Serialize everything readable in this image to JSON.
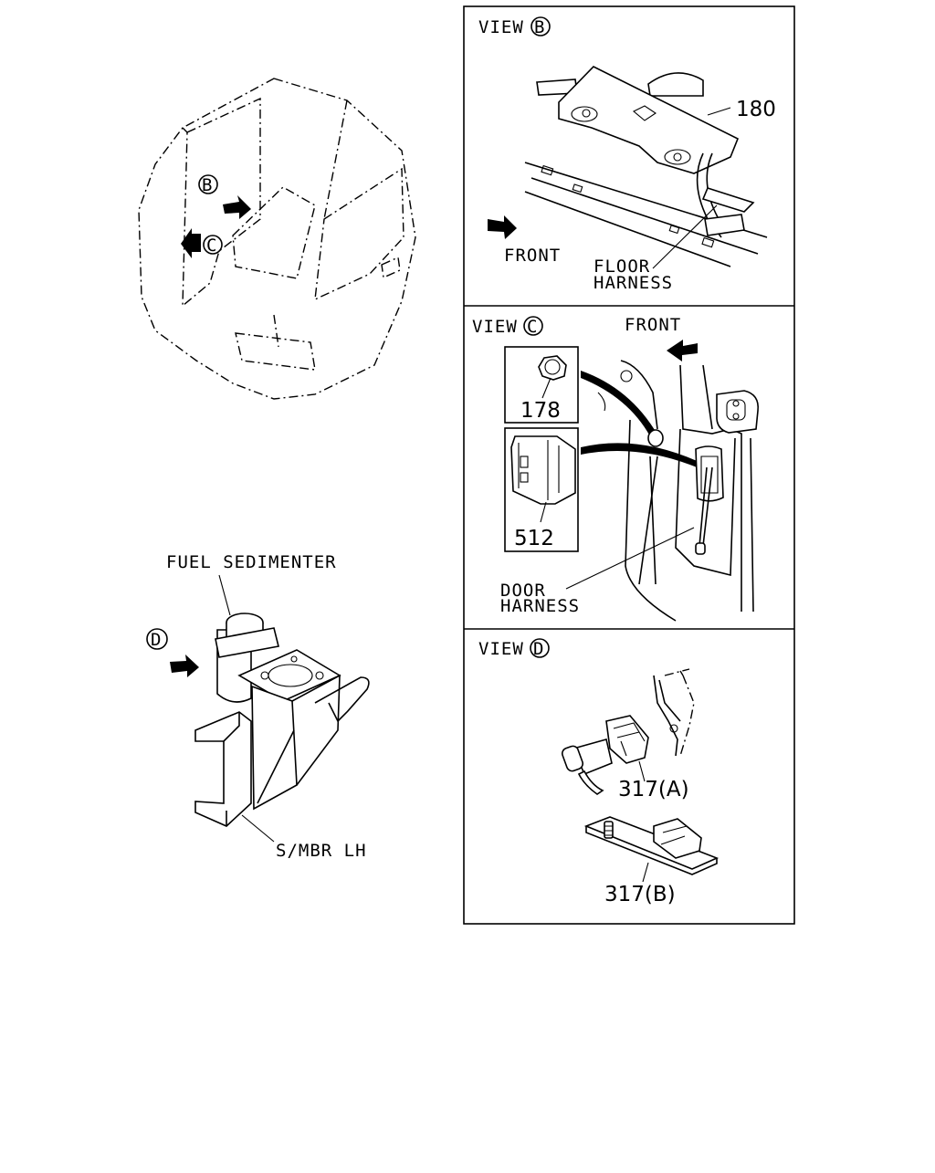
{
  "left": {
    "cab_markers": {
      "b": "B",
      "c": "C"
    },
    "sedimenter": {
      "title": "FUEL SEDIMENTER",
      "marker": "D",
      "frame_label": "S/MBR LH"
    }
  },
  "view_b": {
    "title": "VIEW",
    "marker": "B",
    "part": "180",
    "front": "FRONT",
    "harness_line1": "FLOOR",
    "harness_line2": "HARNESS"
  },
  "view_c": {
    "title": "VIEW",
    "marker": "C",
    "front": "FRONT",
    "part_top": "178",
    "part_bottom": "512",
    "harness_line1": "DOOR",
    "harness_line2": "HARNESS"
  },
  "view_d": {
    "title": "VIEW",
    "marker": "D",
    "part_a": "317(A)",
    "part_b": "317(B)"
  }
}
